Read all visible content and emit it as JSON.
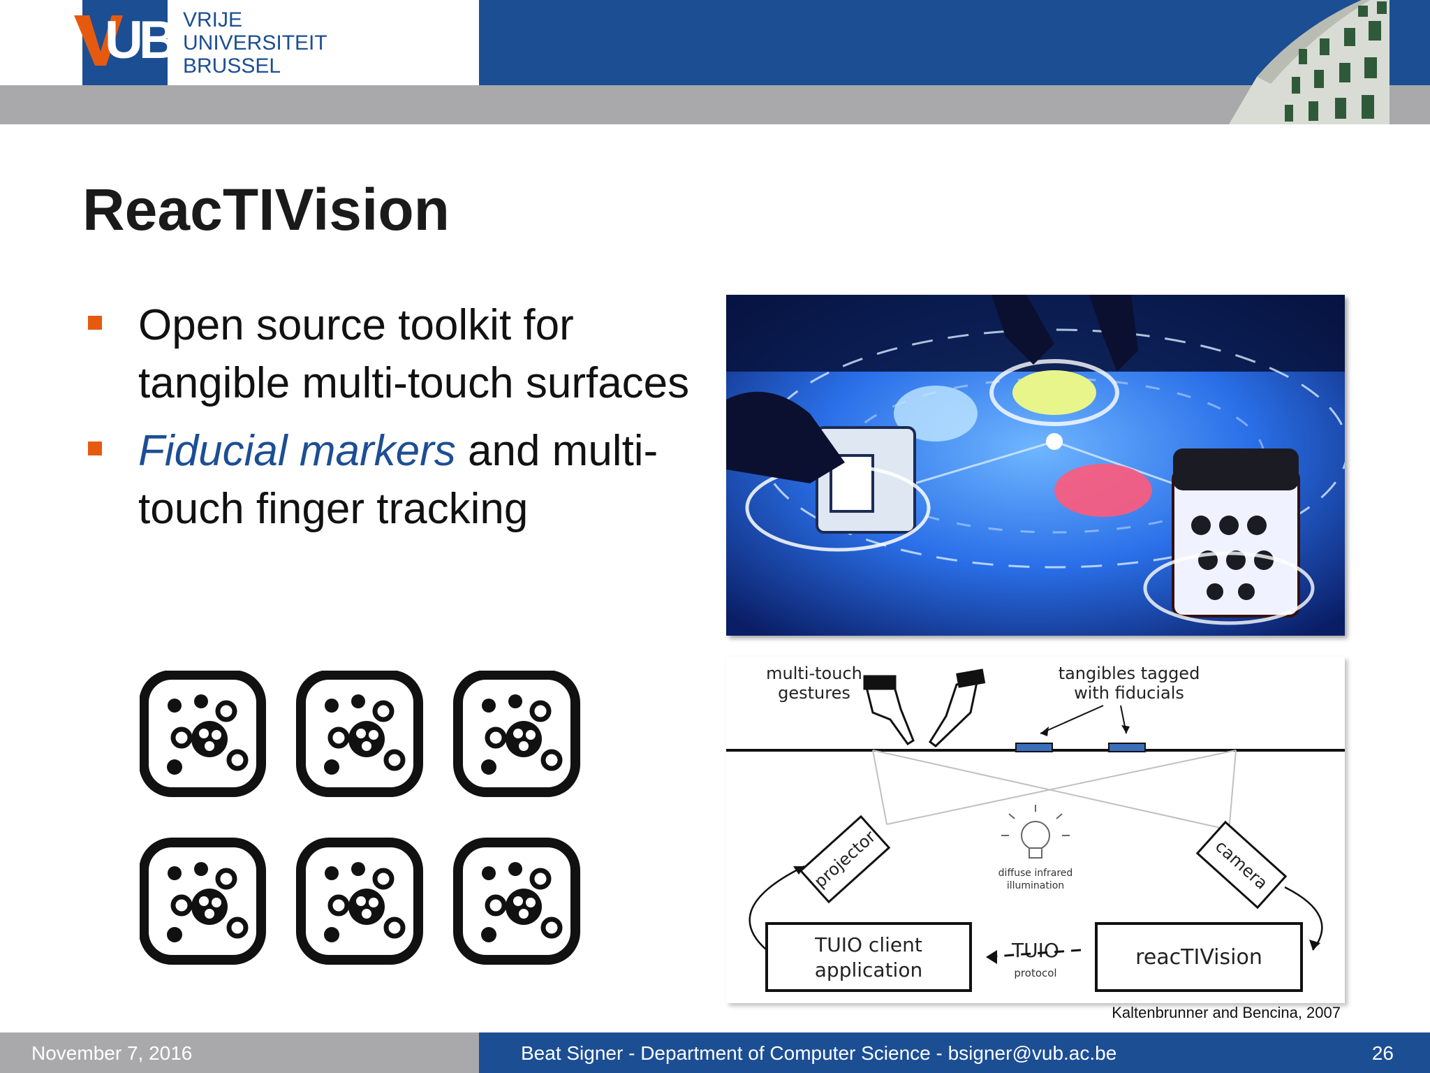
{
  "header": {
    "logo_letters": "VUB",
    "logo_lines": [
      "VRIJE",
      "UNIVERSITEIT",
      "BRUSSEL"
    ],
    "brand_color": "#1c4e94",
    "strip_color": "#a9a9ab"
  },
  "slide": {
    "title": "ReacTIVision",
    "bullets": [
      {
        "plain": "Open source toolkit for tangible multi-touch surfaces"
      },
      {
        "emphasis": "Fiducial markers",
        "rest": " and multi-touch finger tracking"
      }
    ],
    "bullet_color": "#e65a0f"
  },
  "diagram": {
    "multi_touch_1": "multi-touch",
    "multi_touch_2": "gestures",
    "tangibles_1": "tangibles tagged",
    "tangibles_2": "with fiducials",
    "projector": "projector",
    "camera": "camera",
    "illum_1": "diffuse infrared",
    "illum_2": "illumination",
    "client_1": "TUIO client",
    "client_2": "application",
    "tuio": "TUIO",
    "protocol": "protocol",
    "reactivision": "reacTIVision"
  },
  "caption": "Kaltenbrunner and Bencina, 2007",
  "footer": {
    "date": "November 7, 2016",
    "center": "Beat Signer - Department of Computer Science - bsigner@vub.ac.be",
    "page": "26"
  }
}
